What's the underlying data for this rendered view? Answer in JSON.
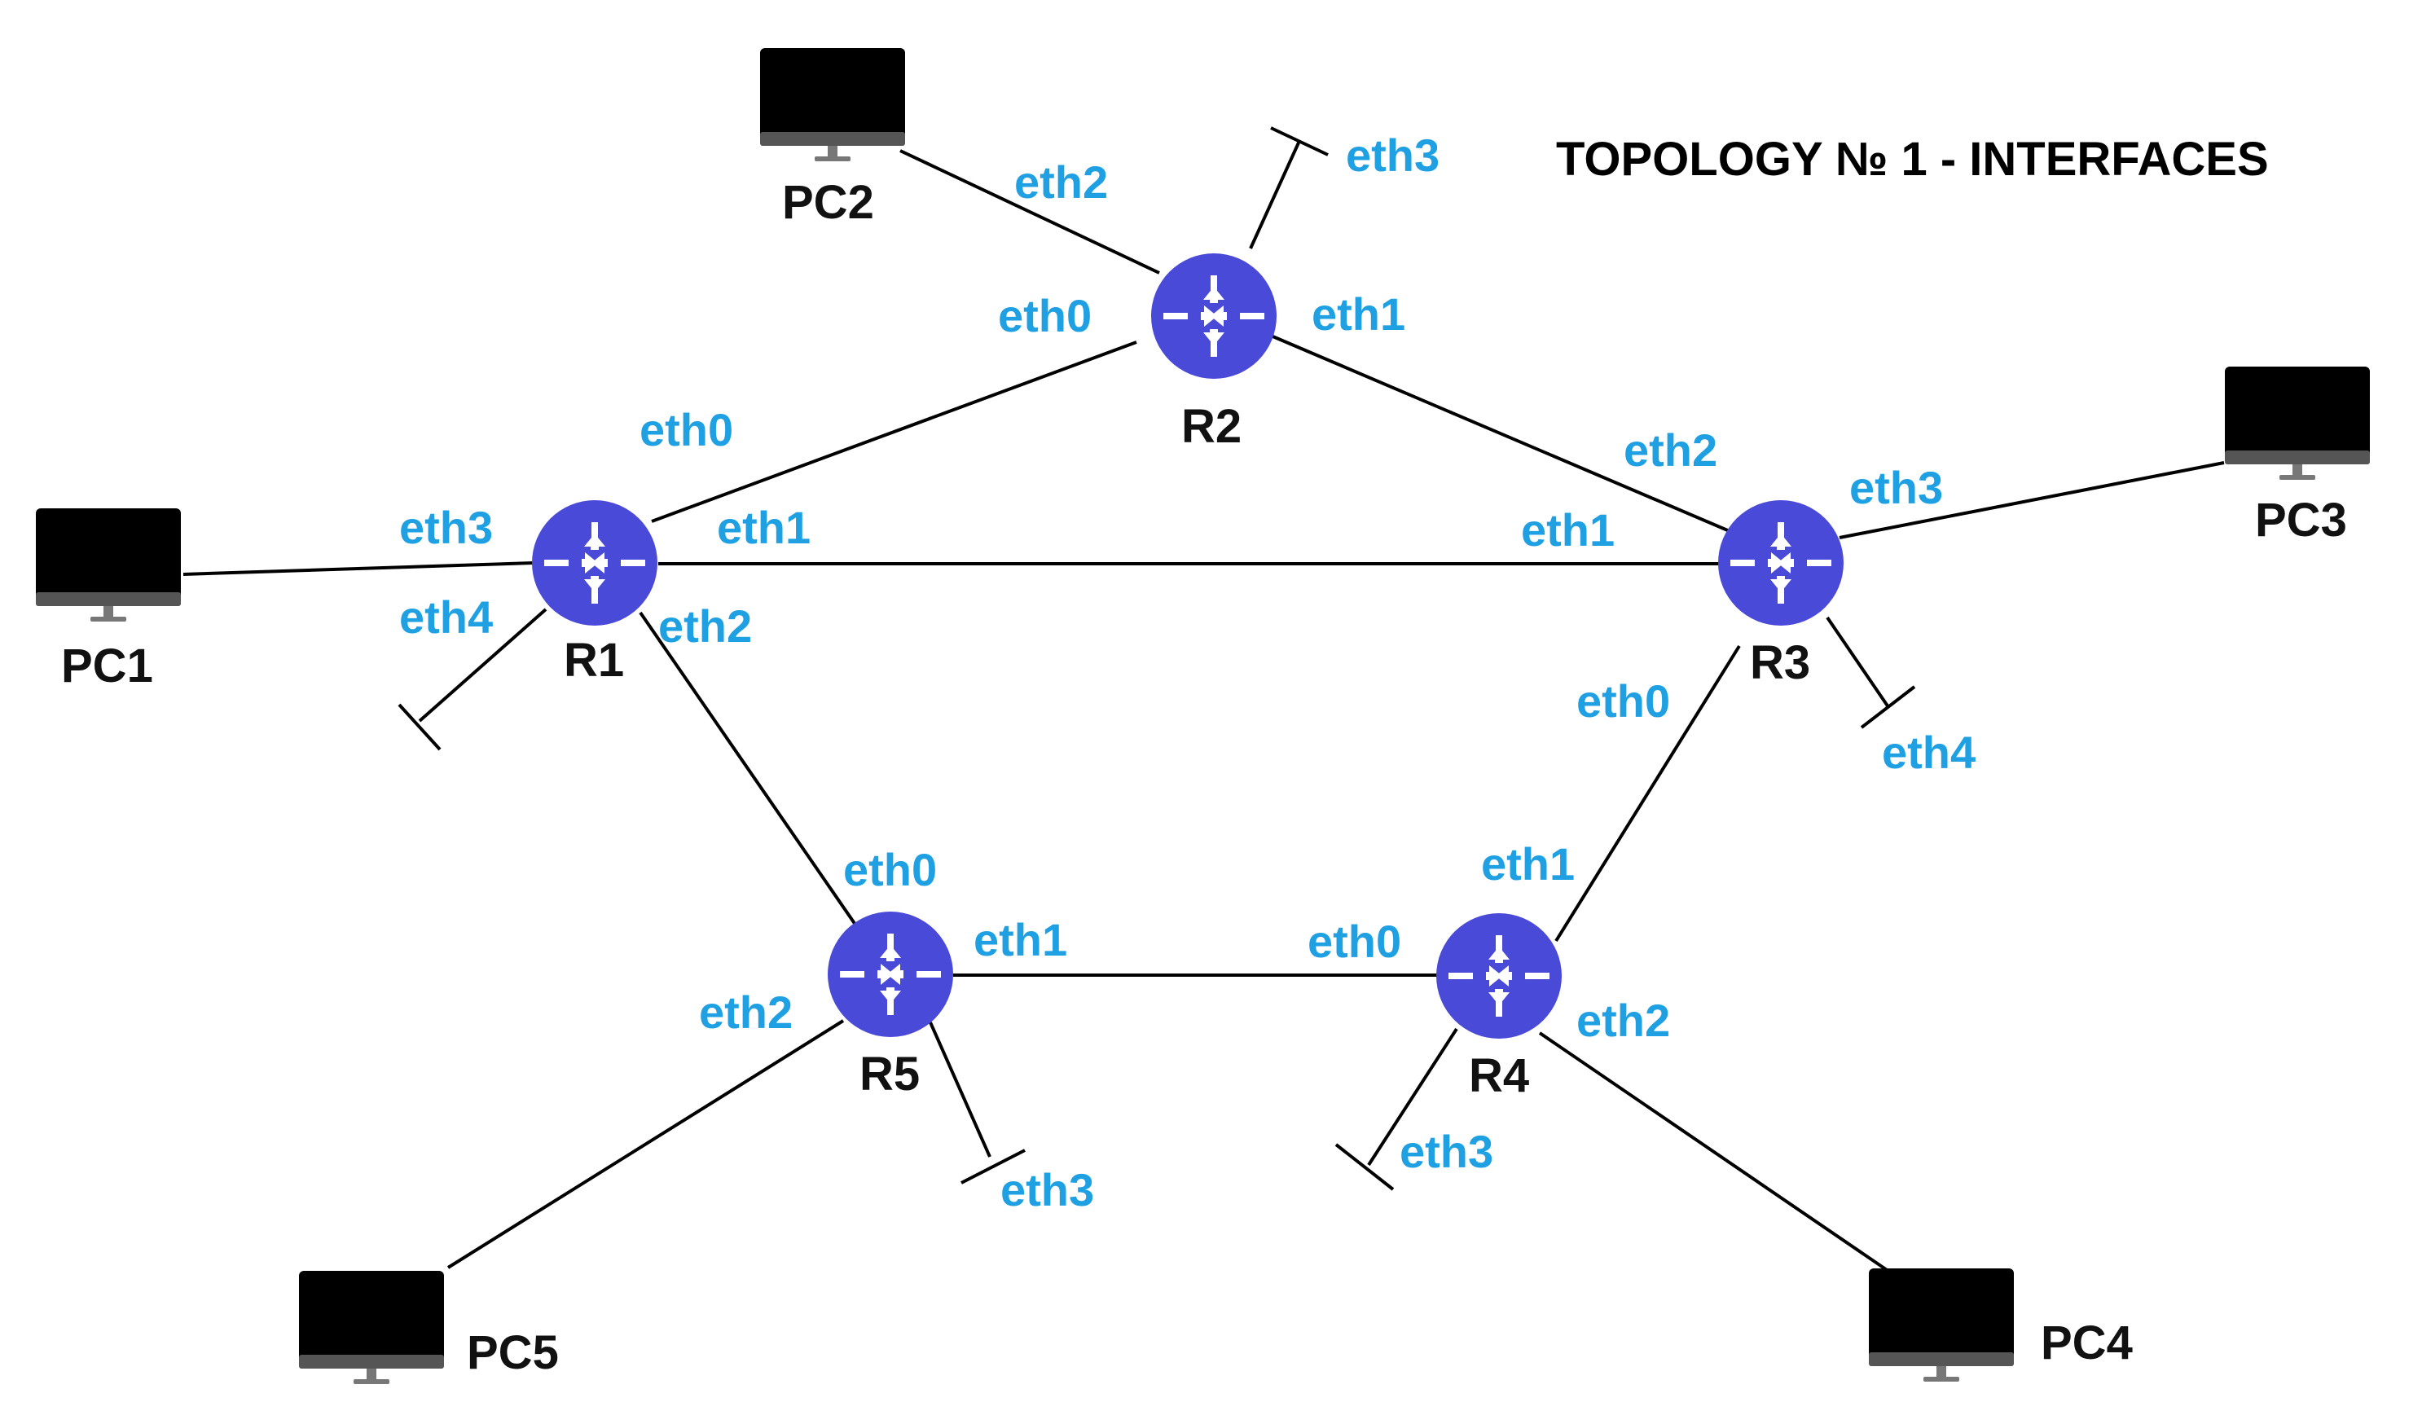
{
  "title": "TOPOLOGY № 1 - INTERFACES",
  "colors": {
    "router": "#4a4ad9",
    "interface_label": "#1ea0e3",
    "link": "#000000",
    "pc_screen": "#000000"
  },
  "icons": {
    "router": "router-icon",
    "pc": "monitor-icon"
  },
  "routers": [
    {
      "id": "R1",
      "label": "R1"
    },
    {
      "id": "R2",
      "label": "R2"
    },
    {
      "id": "R3",
      "label": "R3"
    },
    {
      "id": "R4",
      "label": "R4"
    },
    {
      "id": "R5",
      "label": "R5"
    }
  ],
  "pcs": [
    {
      "id": "PC1",
      "label": "PC1"
    },
    {
      "id": "PC2",
      "label": "PC2"
    },
    {
      "id": "PC3",
      "label": "PC3"
    },
    {
      "id": "PC4",
      "label": "PC4"
    },
    {
      "id": "PC5",
      "label": "PC5"
    }
  ],
  "links": [
    {
      "a": "R1",
      "a_if": "eth0",
      "b": "R2",
      "b_if": "eth0"
    },
    {
      "a": "R1",
      "a_if": "eth1",
      "b": "R3",
      "b_if": "eth1"
    },
    {
      "a": "R1",
      "a_if": "eth2",
      "b": "R5",
      "b_if": "eth0"
    },
    {
      "a": "R1",
      "a_if": "eth3",
      "b": "PC1",
      "b_if": ""
    },
    {
      "a": "R2",
      "a_if": "eth1",
      "b": "R3",
      "b_if": "eth2"
    },
    {
      "a": "R2",
      "a_if": "eth2",
      "b": "PC2",
      "b_if": ""
    },
    {
      "a": "R3",
      "a_if": "eth0",
      "b": "R4",
      "b_if": "eth1"
    },
    {
      "a": "R3",
      "a_if": "eth3",
      "b": "PC3",
      "b_if": ""
    },
    {
      "a": "R4",
      "a_if": "eth0",
      "b": "R5",
      "b_if": "eth1"
    },
    {
      "a": "R4",
      "a_if": "eth2",
      "b": "PC4",
      "b_if": ""
    },
    {
      "a": "R5",
      "a_if": "eth2",
      "b": "PC5",
      "b_if": ""
    }
  ],
  "unconnected": [
    {
      "router": "R1",
      "if": "eth4"
    },
    {
      "router": "R2",
      "if": "eth3"
    },
    {
      "router": "R3",
      "if": "eth4"
    },
    {
      "router": "R4",
      "if": "eth3"
    },
    {
      "router": "R5",
      "if": "eth3"
    }
  ]
}
